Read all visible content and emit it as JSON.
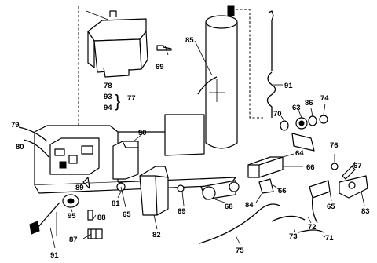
{
  "diagram": {
    "callouts": [
      {
        "id": "c78",
        "text": "78"
      },
      {
        "id": "c93",
        "text": "93"
      },
      {
        "id": "c94",
        "text": "94"
      },
      {
        "id": "c77",
        "text": "77"
      },
      {
        "id": "c69a",
        "text": "69"
      },
      {
        "id": "c85",
        "text": "85"
      },
      {
        "id": "c91a",
        "text": "91"
      },
      {
        "id": "c70",
        "text": "70"
      },
      {
        "id": "c63",
        "text": "63"
      },
      {
        "id": "c86",
        "text": "86"
      },
      {
        "id": "c74",
        "text": "74"
      },
      {
        "id": "c79",
        "text": "79"
      },
      {
        "id": "c80",
        "text": "80"
      },
      {
        "id": "c90",
        "text": "90"
      },
      {
        "id": "c64",
        "text": "64"
      },
      {
        "id": "c66a",
        "text": "66"
      },
      {
        "id": "c76",
        "text": "76"
      },
      {
        "id": "c67",
        "text": "67"
      },
      {
        "id": "c89",
        "text": "89"
      },
      {
        "id": "c81",
        "text": "81"
      },
      {
        "id": "c65a",
        "text": "65"
      },
      {
        "id": "c69b",
        "text": "69"
      },
      {
        "id": "c68",
        "text": "68"
      },
      {
        "id": "c84",
        "text": "84"
      },
      {
        "id": "c66b",
        "text": "66"
      },
      {
        "id": "c65b",
        "text": "65"
      },
      {
        "id": "c83",
        "text": "83"
      },
      {
        "id": "c95",
        "text": "95"
      },
      {
        "id": "c88",
        "text": "88"
      },
      {
        "id": "c87",
        "text": "87"
      },
      {
        "id": "c91b",
        "text": "91"
      },
      {
        "id": "c82",
        "text": "82"
      },
      {
        "id": "c75",
        "text": "75"
      },
      {
        "id": "c72",
        "text": "72"
      },
      {
        "id": "c73",
        "text": "73"
      },
      {
        "id": "c71",
        "text": "71"
      }
    ]
  }
}
